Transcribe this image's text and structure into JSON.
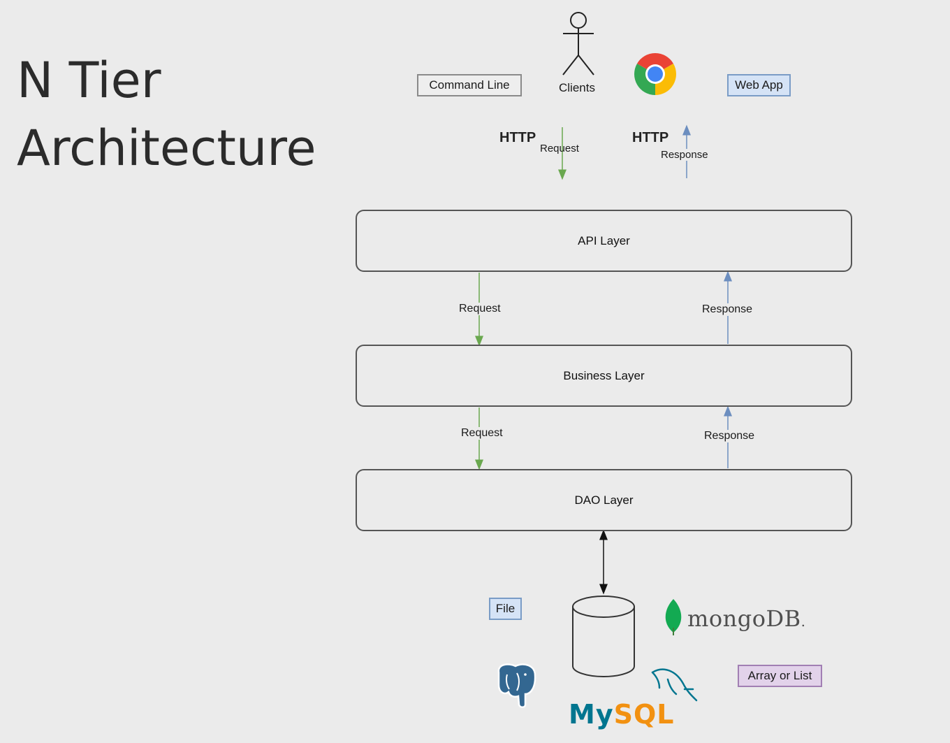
{
  "title": {
    "line1": "N Tier",
    "line2": "Architecture"
  },
  "clients": {
    "label": "Clients",
    "command_line": "Command Line",
    "web_app": "Web App",
    "browser_icon": "chrome-icon",
    "user_icon": "stick-figure-icon"
  },
  "http": {
    "request_protocol": "HTTP",
    "request_label": "Request",
    "response_protocol": "HTTP",
    "response_label": "Response"
  },
  "layers": {
    "api": "API Layer",
    "business": "Business Layer",
    "dao": "DAO Layer"
  },
  "flows": {
    "api_business_request": "Request",
    "api_business_response": "Response",
    "business_dao_request": "Request",
    "business_dao_response": "Response"
  },
  "storage": {
    "file": "File",
    "array_or_list": "Array or List",
    "mongodb": "mongoDB",
    "mongodb_suffix": ".",
    "mysql": "MySQL",
    "postgres_icon": "postgresql-elephant-icon",
    "database_icon": "database-cylinder-icon"
  },
  "colors": {
    "request_arrow": "#6aa84f",
    "response_arrow": "#6c8ebf",
    "mysql_blue": "#00758f",
    "mysql_orange": "#f29111",
    "mongo_green": "#13aa52"
  }
}
